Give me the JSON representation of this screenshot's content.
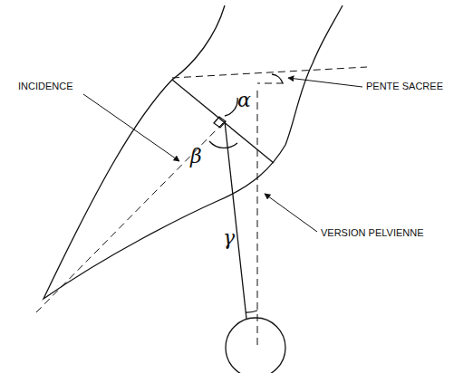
{
  "diagram": {
    "labels": [
      "INCIDENCE",
      "α",
      "PENTE SACREE",
      "β",
      "γ",
      "VERSION PELVIENNE"
    ]
  }
}
